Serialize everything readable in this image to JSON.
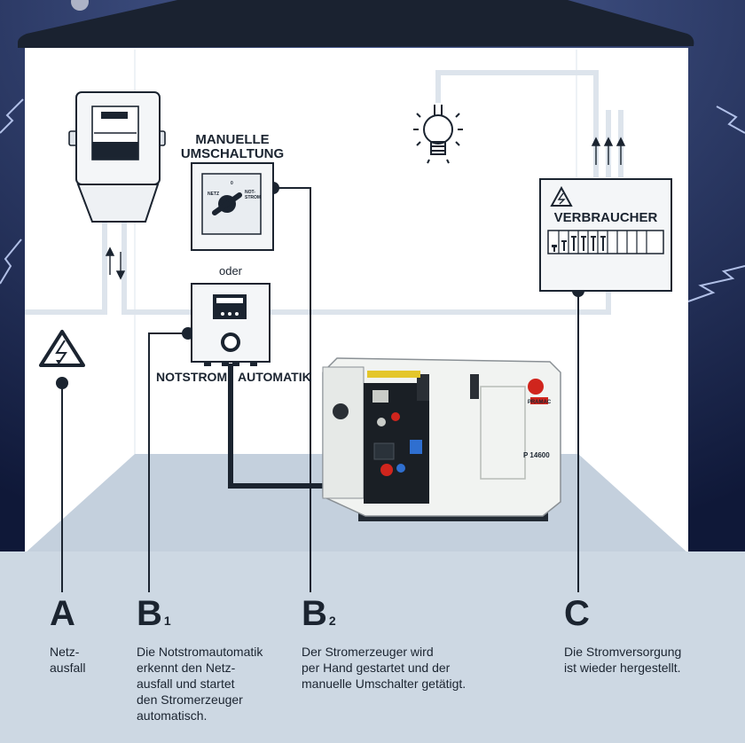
{
  "labels": {
    "manual_switch_title_1": "MANUELLE",
    "manual_switch_title_2": "UMSCHALTUNG",
    "switch_netz": "NETZ",
    "switch_zero": "0",
    "switch_notstrom_1": "NOT-",
    "switch_notstrom_2": "STROM",
    "oder": "oder",
    "notstrom": "NOTSTROM",
    "automatik": "AUTOMATIK",
    "verbraucher": "VERBRAUCHER",
    "generator_brand": "PRAMAC",
    "generator_model": "P 14600"
  },
  "steps": [
    {
      "letter": "A",
      "sub": "",
      "text": "Netz-\nausfall"
    },
    {
      "letter": "B",
      "sub": "1",
      "text": "Die Notstromautomatik\nerkennt den Netz-\nausfall und startet\nden Stromerzeuger\nautomatisch."
    },
    {
      "letter": "B",
      "sub": "2",
      "text": "Der Stromerzeuger wird\nper Hand gestartet und der\nmanuelle Umschalter getätigt."
    },
    {
      "letter": "C",
      "sub": "",
      "text": "Die Stromversorgung\nist wieder hergestellt."
    }
  ],
  "colors": {
    "sky": "#1d2a52",
    "wall": "#ffffff",
    "floor": "#c4d0dd",
    "bottom_panel": "#cdd8e3",
    "roof": "#1a2230",
    "wire": "#dde4ec",
    "accent_red": "#d0251d"
  }
}
